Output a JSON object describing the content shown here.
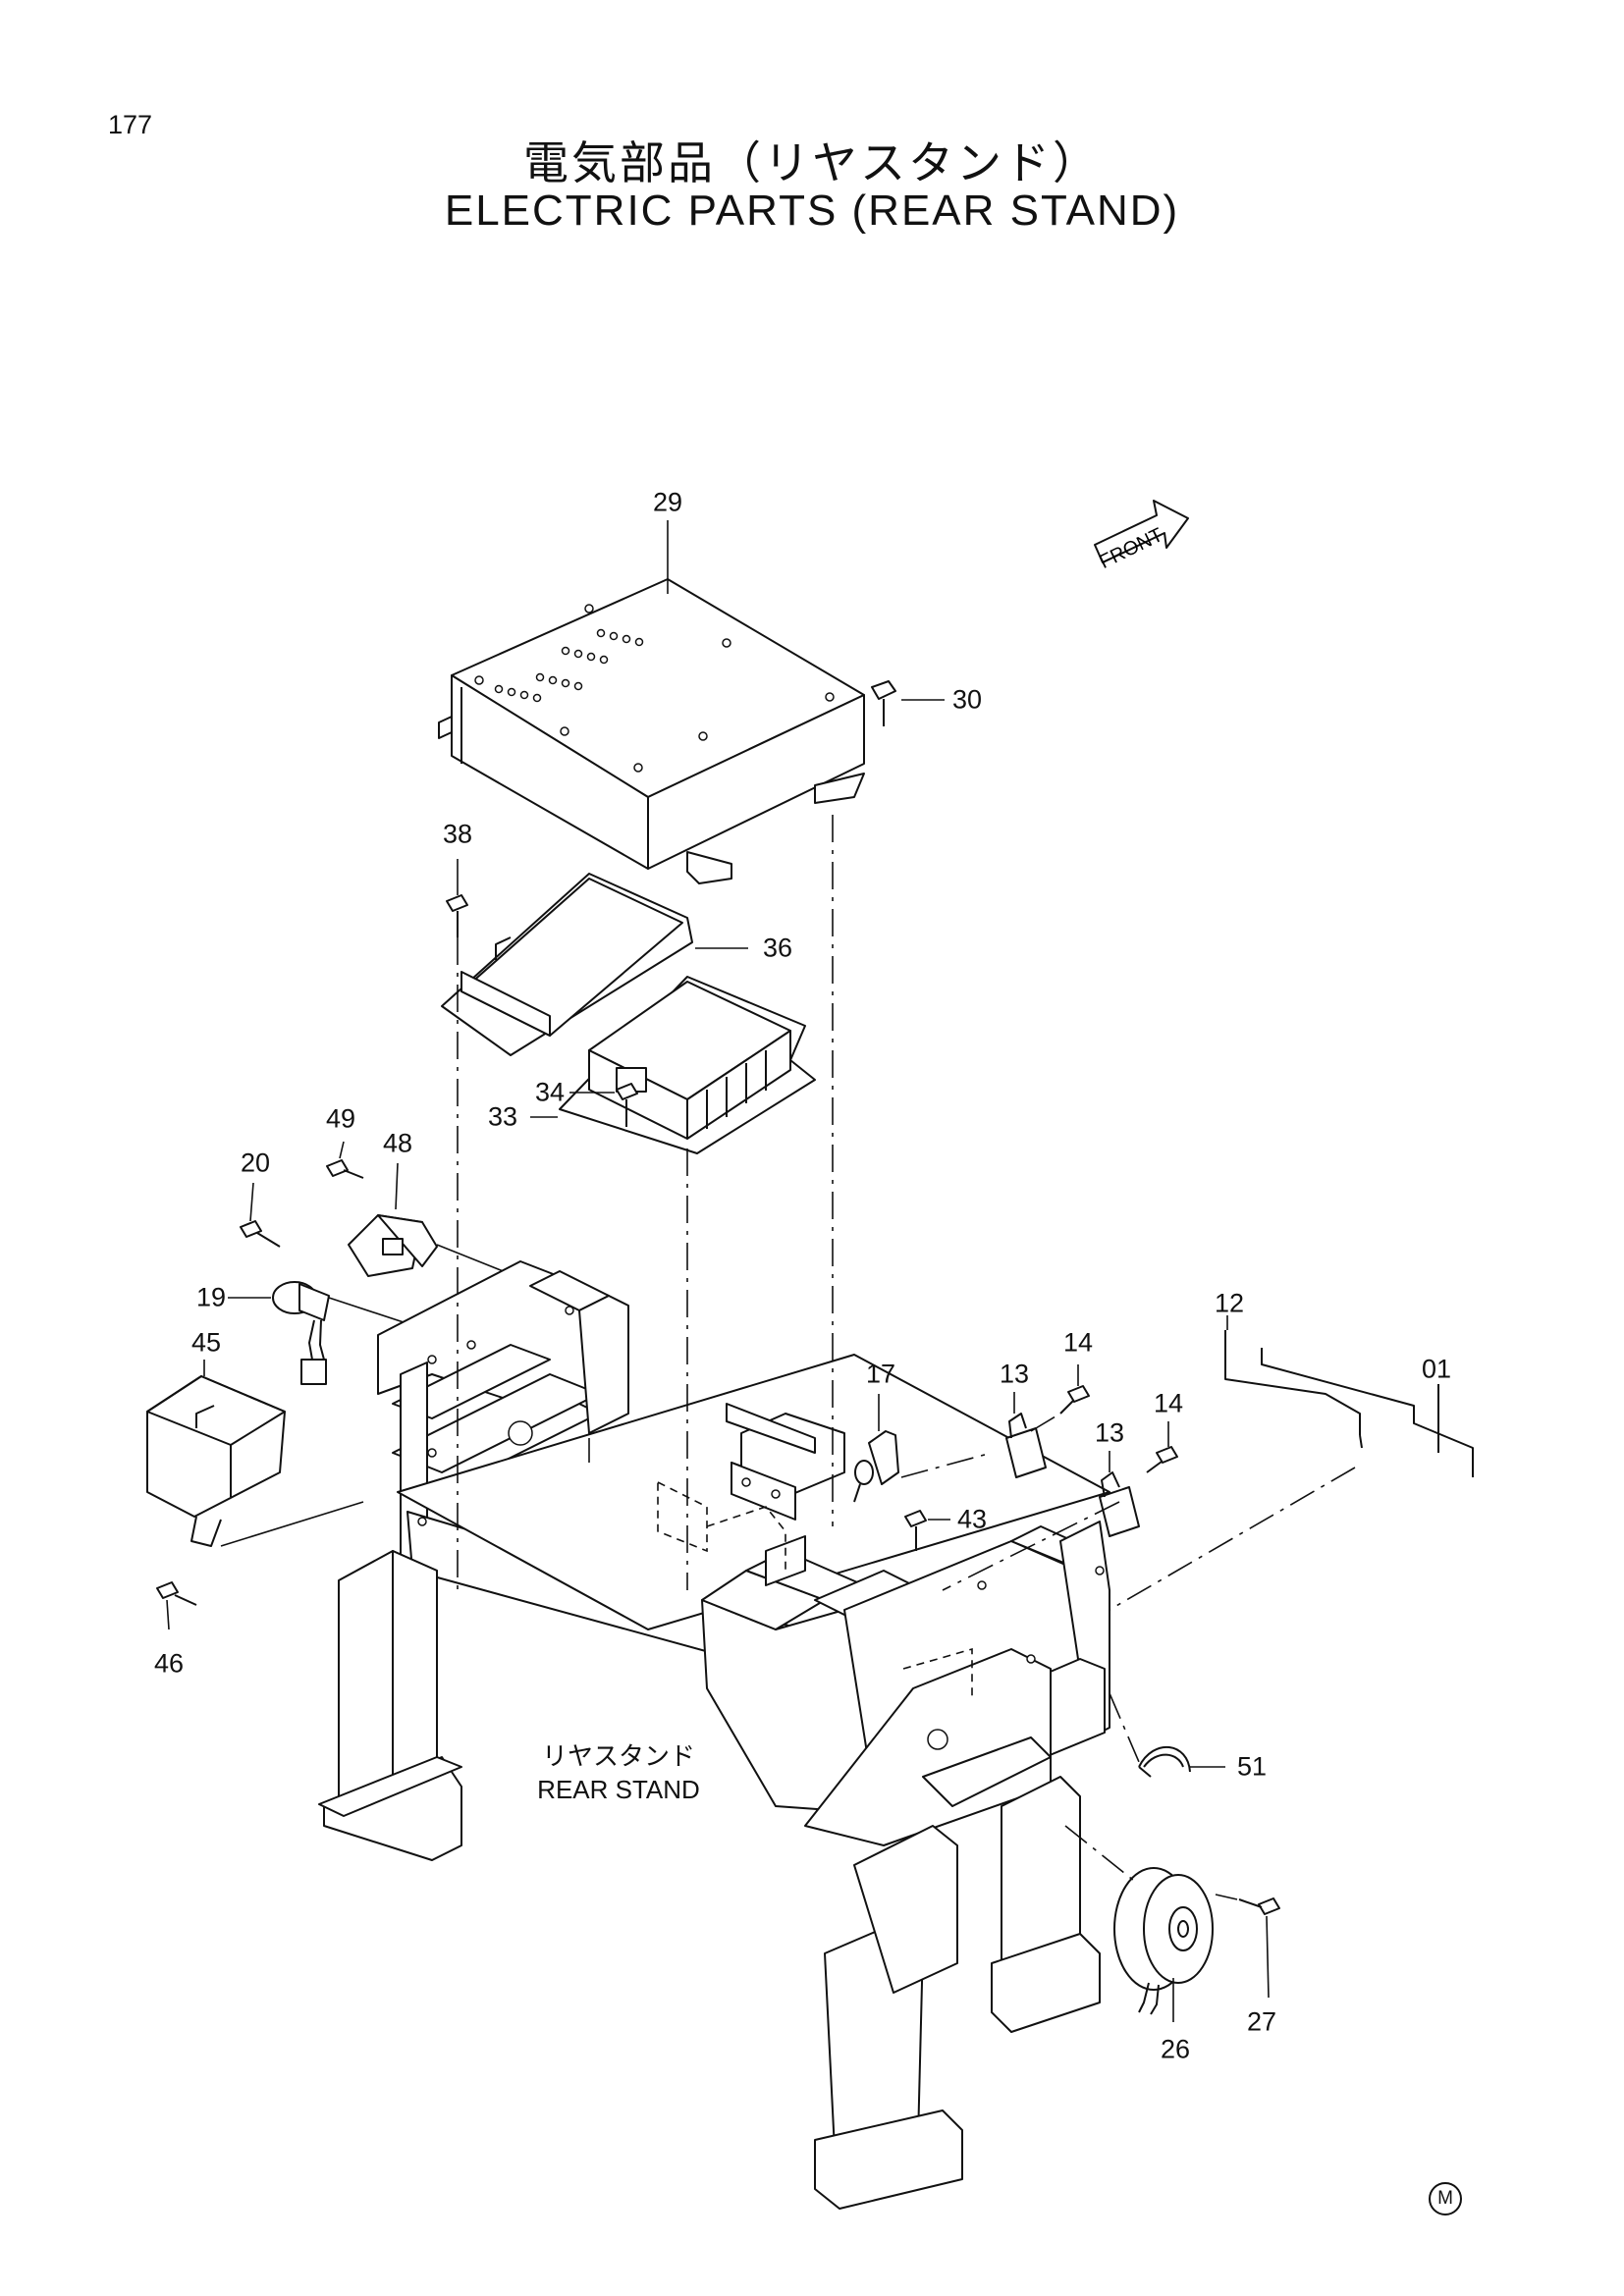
{
  "page_number": "177",
  "title_japanese": "電気部品（リヤスタンド）",
  "title_english": "ELECTRIC PARTS (REAR STAND)",
  "front_label": "FRONT",
  "rear_stand_label_japanese": "リヤスタンド",
  "rear_stand_label_english": "REAR STAND",
  "manufacturer_mark": "M",
  "callouts": [
    {
      "id": "c29",
      "text": "29"
    },
    {
      "id": "c30",
      "text": "30"
    },
    {
      "id": "c38",
      "text": "38"
    },
    {
      "id": "c36",
      "text": "36"
    },
    {
      "id": "c33",
      "text": "33"
    },
    {
      "id": "c34",
      "text": "34"
    },
    {
      "id": "c49",
      "text": "49"
    },
    {
      "id": "c48",
      "text": "48"
    },
    {
      "id": "c20",
      "text": "20"
    },
    {
      "id": "c19",
      "text": "19"
    },
    {
      "id": "c45",
      "text": "45"
    },
    {
      "id": "c46",
      "text": "46"
    },
    {
      "id": "c17",
      "text": "17"
    },
    {
      "id": "c13a",
      "text": "13"
    },
    {
      "id": "c14a",
      "text": "14"
    },
    {
      "id": "c13b",
      "text": "13"
    },
    {
      "id": "c14b",
      "text": "14"
    },
    {
      "id": "c12",
      "text": "12"
    },
    {
      "id": "c01",
      "text": "01"
    },
    {
      "id": "c43",
      "text": "43"
    },
    {
      "id": "c51",
      "text": "51"
    },
    {
      "id": "c27",
      "text": "27"
    },
    {
      "id": "c26",
      "text": "26"
    }
  ]
}
